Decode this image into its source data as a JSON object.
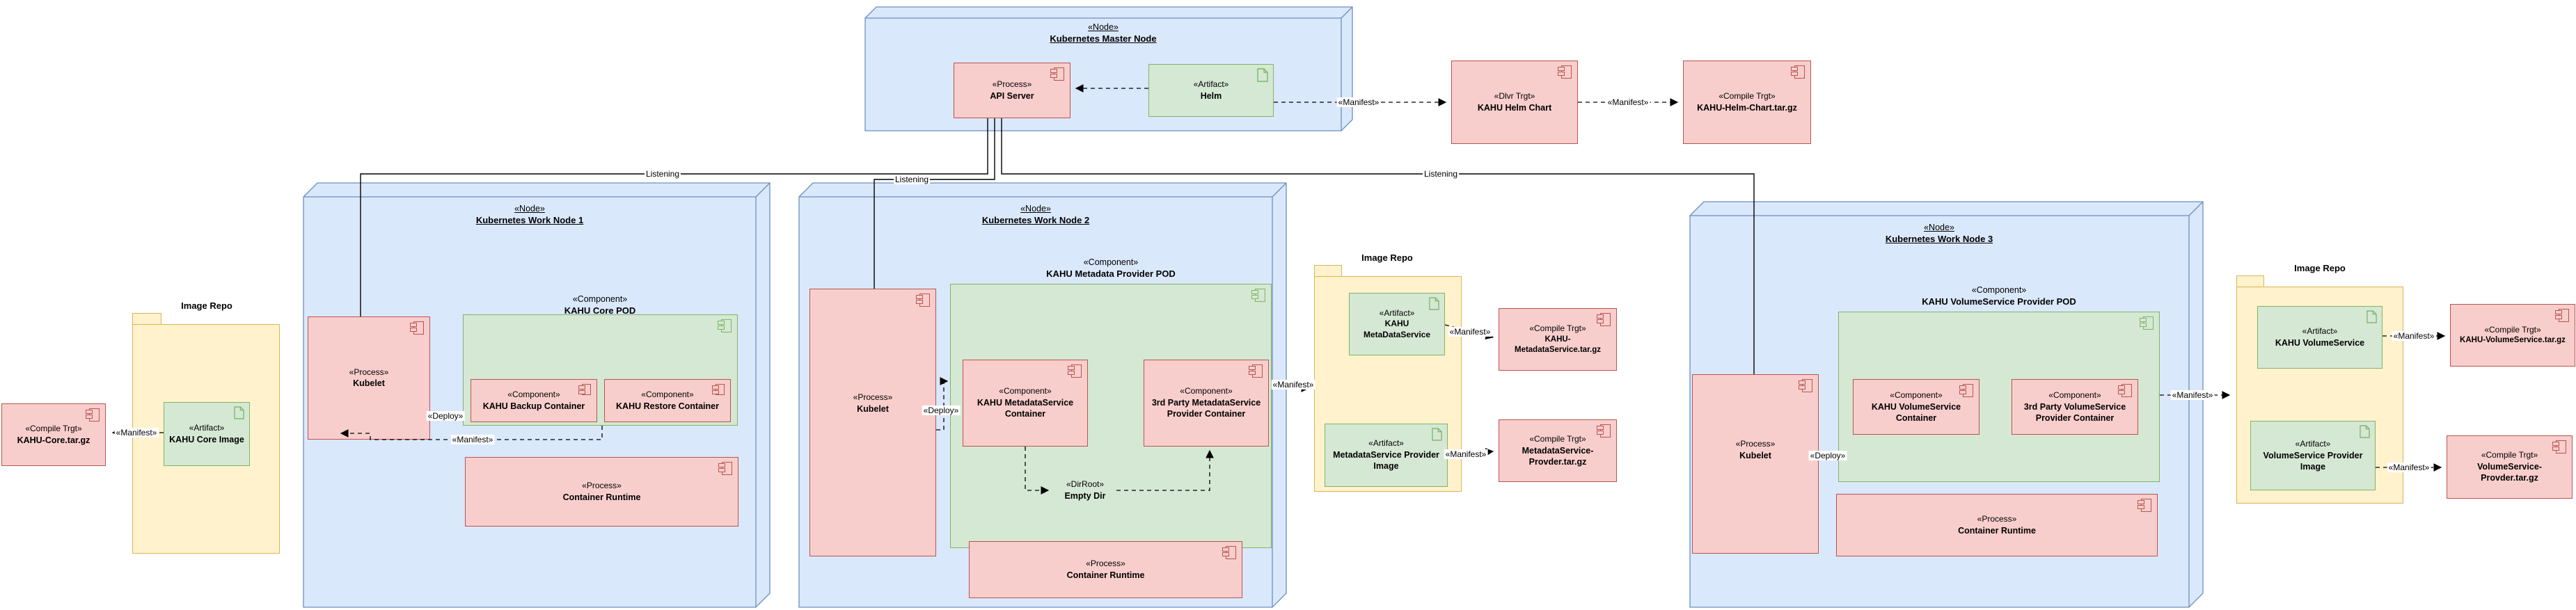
{
  "labels": {
    "manifest": "«Manifest»",
    "deploy": "«Deploy»",
    "listening": "Listening"
  },
  "master": {
    "stereotype": "«Node»",
    "name": "Kubernetes Master Node",
    "api_server": {
      "stereotype": "«Process»",
      "name": "API Server"
    },
    "helm": {
      "stereotype": "«Artifact»",
      "name": "Helm"
    }
  },
  "helm_chart": {
    "stereotype": "«Dlvr Trgt»",
    "name": "KAHU Helm Chart"
  },
  "helm_chart_tar": {
    "stereotype": "«Compile Trgt»",
    "name": "KAHU-Helm-Chart.tar.gz"
  },
  "node1": {
    "stereotype": "«Node»",
    "name": "Kubernetes Work Node 1",
    "kubelet": {
      "stereotype": "«Process»",
      "name": "Kubelet"
    },
    "pod": {
      "stereotype": "«Component»",
      "name": "KAHU Core POD"
    },
    "backup": {
      "stereotype": "«Component»",
      "name": "KAHU Backup Container"
    },
    "restore": {
      "stereotype": "«Component»",
      "name": "KAHU Restore Container"
    },
    "runtime": {
      "stereotype": "«Process»",
      "name": "Container Runtime"
    }
  },
  "repo_core": {
    "title": "Image Repo",
    "artifact": {
      "stereotype": "«Artifact»",
      "name": "KAHU Core Image"
    }
  },
  "core_tar": {
    "stereotype": "«Compile Trgt»",
    "name": "KAHU-Core.tar.gz"
  },
  "node2": {
    "stereotype": "«Node»",
    "name": "Kubernetes Work Node 2",
    "kubelet": {
      "stereotype": "«Process»",
      "name": "Kubelet"
    },
    "pod": {
      "stereotype": "«Component»",
      "name": "KAHU Metadata Provider POD"
    },
    "ms_container": {
      "stereotype": "«Component»",
      "name": "KAHU MetadataService Container"
    },
    "third_party": {
      "stereotype": "«Component»",
      "name": "3rd Party MetadataService Provider Container"
    },
    "empty_dir": {
      "stereotype": "«DirRoot»",
      "name": "Empty Dir"
    },
    "runtime": {
      "stereotype": "«Process»",
      "name": "Container Runtime"
    }
  },
  "repo_meta": {
    "title": "Image Repo",
    "artifact_service": {
      "stereotype": "«Artifact»",
      "name": "KAHU MetaDataService"
    },
    "artifact_provider": {
      "stereotype": "«Artifact»",
      "name": "MetadataService Provider Image"
    }
  },
  "meta_tar": {
    "stereotype": "«Compile Trgt»",
    "name": "KAHU-MetadataService.tar.gz"
  },
  "meta_provider_tar": {
    "stereotype": "«Compile Trgt»",
    "name": "MetadataService-Provder.tar.gz"
  },
  "node3": {
    "stereotype": "«Node»",
    "name": "Kubernetes Work Node 3",
    "kubelet": {
      "stereotype": "«Process»",
      "name": "Kubelet"
    },
    "pod": {
      "stereotype": "«Component»",
      "name": "KAHU VolumeService Provider POD"
    },
    "vs_container": {
      "stereotype": "«Component»",
      "name": "KAHU VolumeService Container"
    },
    "third_party": {
      "stereotype": "«Component»",
      "name": "3rd Party VolumeService Provider Container"
    },
    "runtime": {
      "stereotype": "«Process»",
      "name": "Container Runtime"
    }
  },
  "repo_volume": {
    "title": "Image Repo",
    "artifact_service": {
      "stereotype": "«Artifact»",
      "name": "KAHU VolumeService"
    },
    "artifact_provider": {
      "stereotype": "«Artifact»",
      "name": "VolumeService Provider Image"
    }
  },
  "volume_tar": {
    "stereotype": "«Compile Trgt»",
    "name": "KAHU-VolumeService.tar.gz"
  },
  "volume_provider_tar": {
    "stereotype": "«Compile Trgt»",
    "name": "VolumeService-Provder.tar.gz"
  },
  "colors": {
    "node_fill": "#dae8fc",
    "node_stroke": "#6c8ebf",
    "process_fill": "#f8cecc",
    "process_stroke": "#b85450",
    "pod_fill": "#d5e8d4",
    "pod_stroke": "#82b366",
    "repo_fill": "#fff2cc",
    "repo_stroke": "#d6b656",
    "dir_fill": "#ffe6cc",
    "dir_stroke": "#d79b00",
    "connector": "#000000"
  }
}
